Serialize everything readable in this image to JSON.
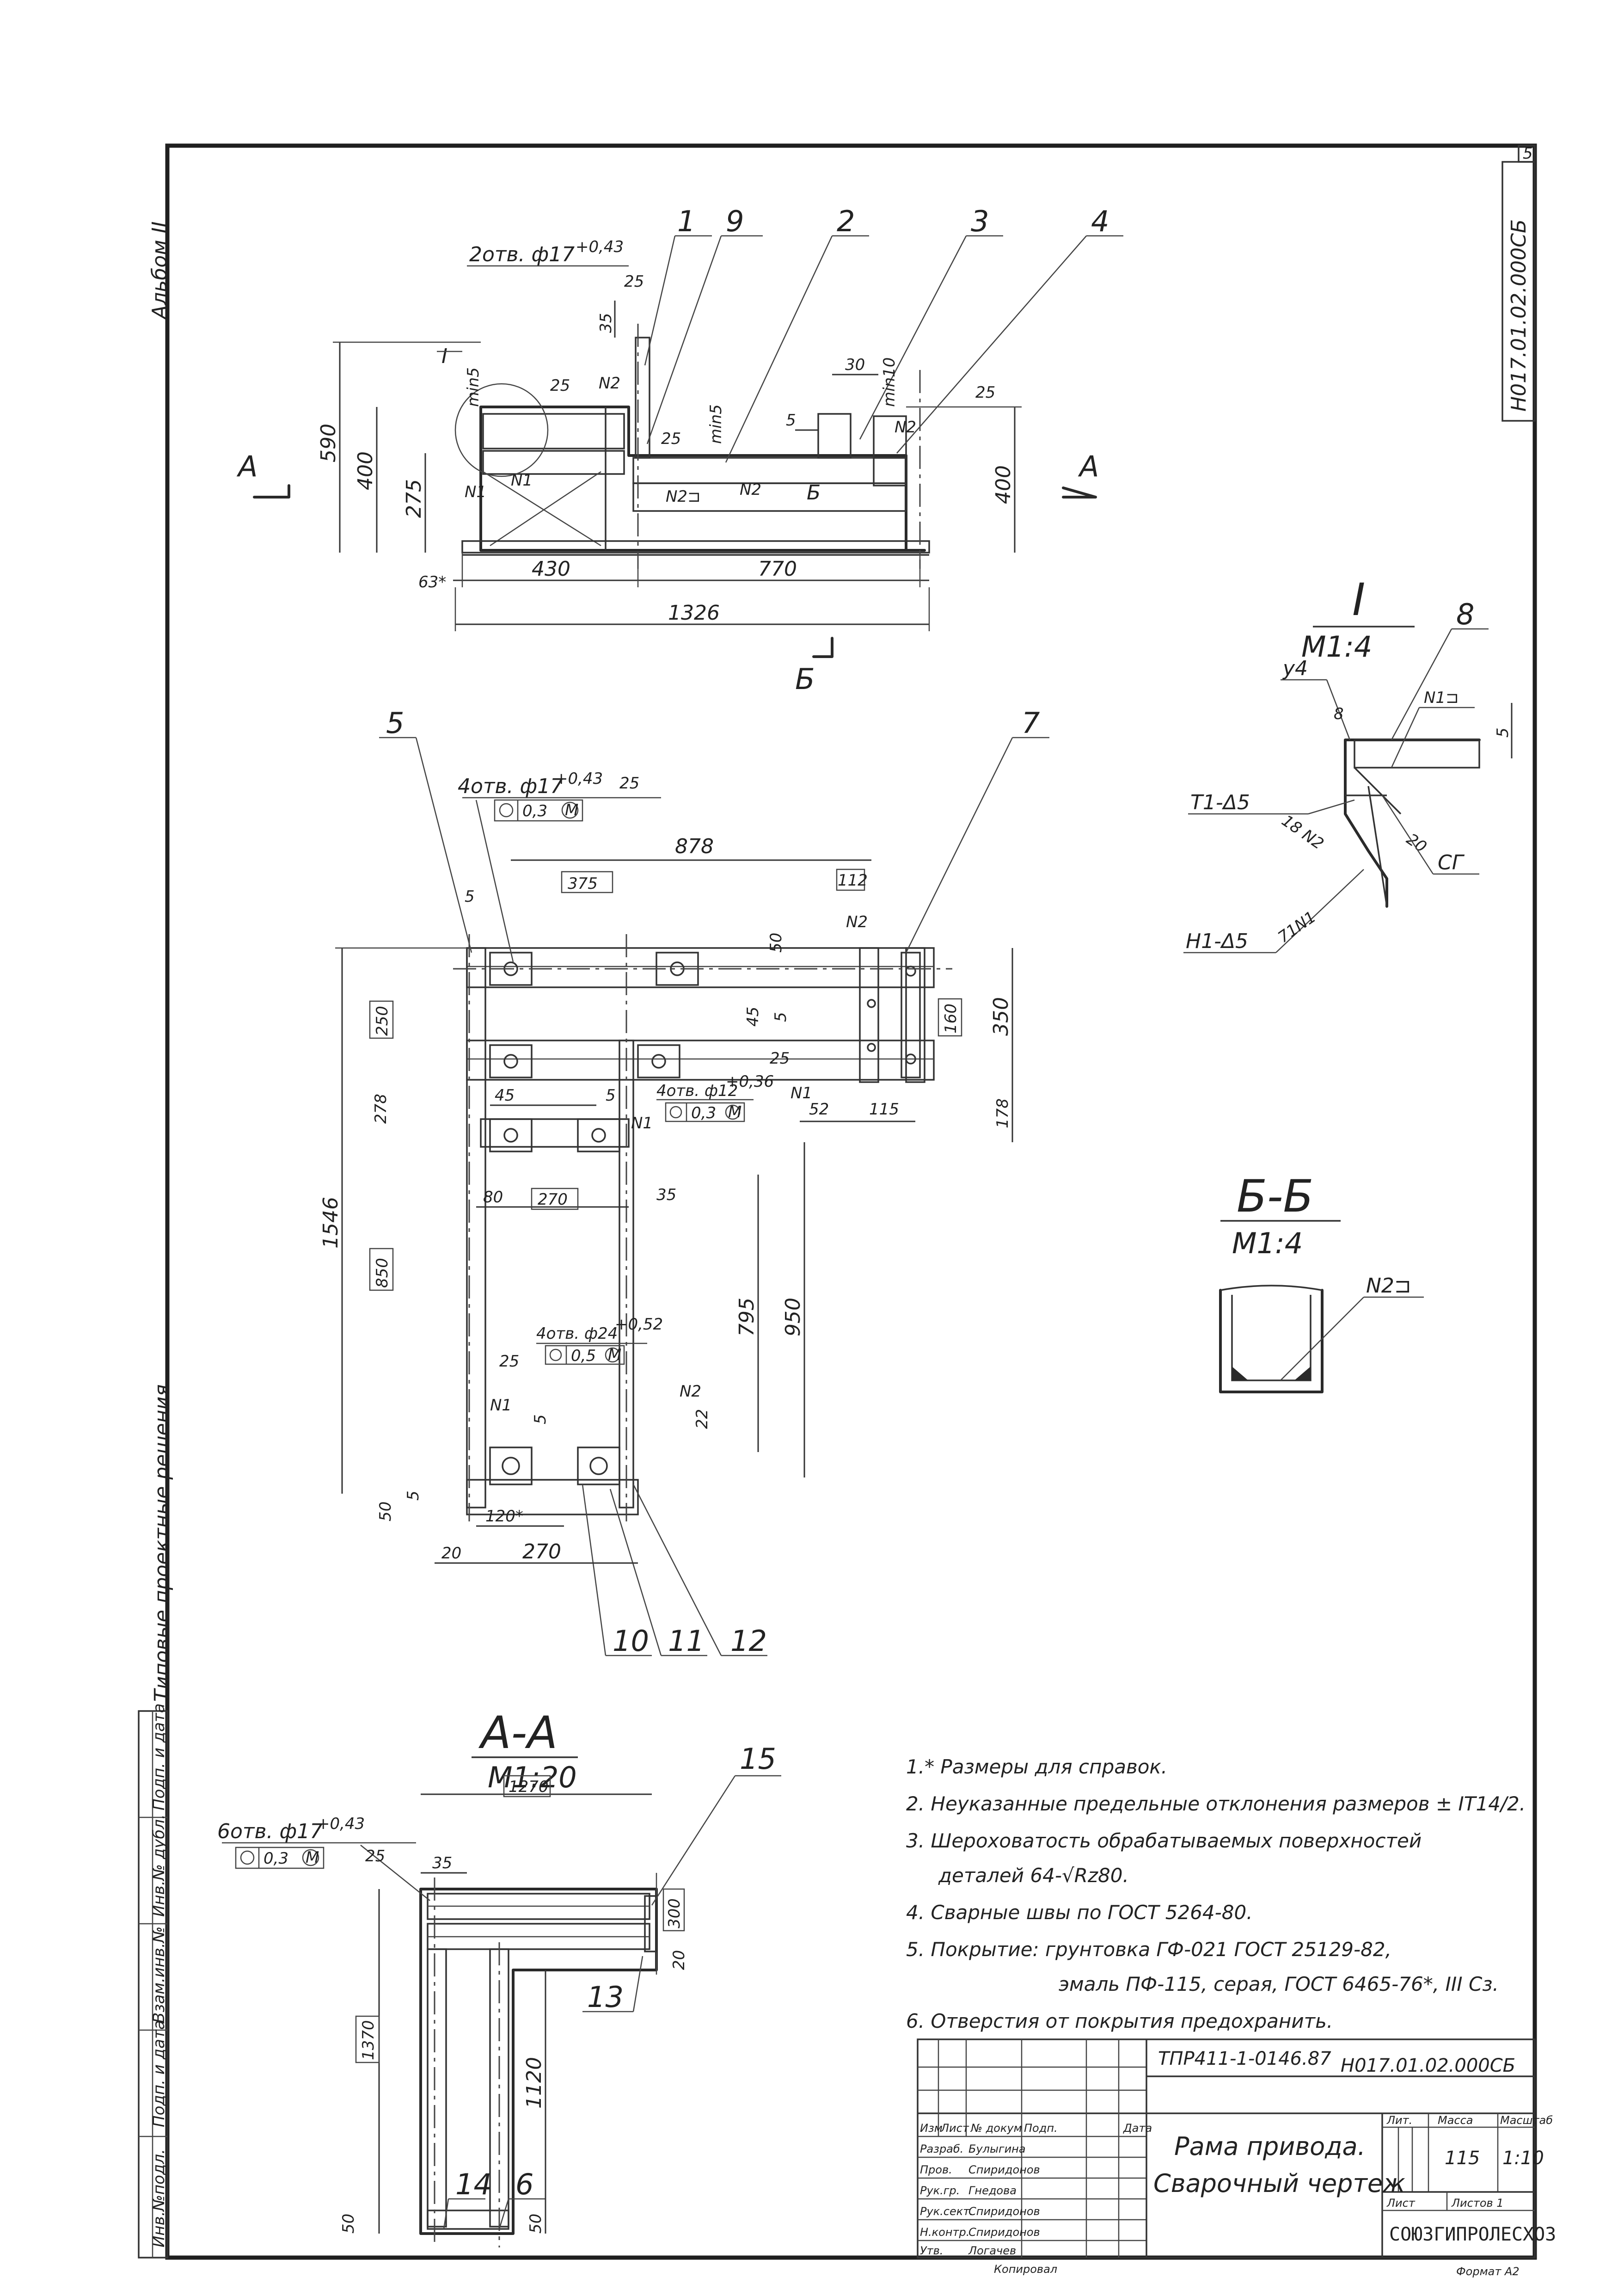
{
  "sheet": {
    "page_number": "5",
    "side_code": "Н017.01.02.000СБ",
    "album_label": "Альбом II",
    "left_strip_caption": "Типовые проектные решения",
    "left_strip_cells": [
      "Инв.№подл.",
      "Подп. и дата",
      "Взам.инв.№",
      "Инв.№ дубл.",
      "Подп. и дата"
    ]
  },
  "top_view": {
    "section_marks": {
      "a_left": "А",
      "a_right": "А",
      "b_bottom": "Б",
      "inner_b": "Б"
    },
    "hole_callout": "2отв. ф17",
    "hole_tol": "+0,43",
    "callouts": [
      "1",
      "9",
      "2",
      "3",
      "4"
    ],
    "marks": [
      "I",
      "N2",
      "N1",
      "N2",
      "N2",
      "N1",
      "N2⊐"
    ],
    "weld_marks": [
      "25",
      "25",
      "25",
      "25"
    ],
    "legs": [
      "min5",
      "min5",
      "min10"
    ],
    "dims": {
      "d35": "35",
      "d30": "30",
      "d5": "5",
      "d590": "590",
      "d400_left": "400",
      "d275": "275",
      "d400_right": "400",
      "d63": "63*",
      "d430": "430",
      "d770": "770",
      "d1326": "1326"
    }
  },
  "plan_view": {
    "callouts": {
      "c5": "5",
      "c7": "7",
      "c10": "10",
      "c11": "11",
      "c12": "12"
    },
    "holes_a": "4отв. ф17",
    "holes_a_tol": "+0,43",
    "tol_a": "0,3",
    "mod_a": "М",
    "weld_a": "25",
    "holes_b": "4отв. ф12",
    "holes_b_tol": "+0,36",
    "tol_b": "0,3",
    "mod_b": "М",
    "holes_c": "4отв. ф24",
    "holes_c_tol": "+0,52",
    "tol_c": "0,5",
    "mod_c": "М",
    "marks": [
      "N2",
      "N1",
      "N1",
      "N1",
      "N2"
    ],
    "dims": {
      "d878": "878",
      "d375": "375",
      "d112": "112",
      "d5a": "5",
      "d50a": "50",
      "d45a": "45",
      "d5b": "5",
      "d160": "160",
      "d350": "350",
      "d178": "178",
      "d25": "25",
      "d52": "52",
      "d115": "115",
      "d250": "250",
      "d278": "278",
      "d45b": "45",
      "d5c": "5",
      "d35": "35",
      "d80": "80",
      "d270a": "270",
      "d1546": "1546",
      "d850": "850",
      "d795": "795",
      "d950": "950",
      "d25b": "25",
      "d5d": "5",
      "d22": "22",
      "d50b": "50",
      "d5e": "5",
      "d120": "120*",
      "d20": "20",
      "d270b": "270"
    }
  },
  "detail_I": {
    "title": "I",
    "scale": "М1:4",
    "callout": "8",
    "angle": "у4",
    "cut8": "8",
    "mark": "N1⊐",
    "dim5": "5",
    "weld1": "Т1-Δ5",
    "weld1_mark": "18 N2",
    "weld2": "Н1-Δ5",
    "weld2_mark": "71N1",
    "n20": "20",
    "cg": "СГ"
  },
  "detail_BB": {
    "title": "Б-Б",
    "scale": "М1:4",
    "mark": "N2⊐"
  },
  "section_AA": {
    "title": "А-А",
    "scale": "М1:20",
    "holes": "6отв. ф17",
    "holes_tol": "+0,43",
    "tol": "0,3",
    "mod": "М",
    "weld": "25",
    "callouts": [
      "15",
      "13",
      "14",
      "6"
    ],
    "dims": {
      "d1270": "1270",
      "d35": "35",
      "d300": "300",
      "d20": "20",
      "d1370": "1370",
      "d1120": "1120",
      "d50a": "50",
      "d50b": "50"
    }
  },
  "notes": [
    "1.* Размеры для справок.",
    "2. Неуказанные предельные отклонения размеров ± IT14/2.",
    "3. Шероховатость обрабатываемых поверхностей",
    "деталей 64-√Rz80.",
    "4. Сварные швы по ГОСТ 5264-80.",
    "5. Покрытие: грунтовка ГФ-021 ГОСТ 25129-82,",
    "эмаль ПФ-115, серая, ГОСТ 6465-76*, III Сз.",
    "6. Отверстия от покрытия предохранить."
  ],
  "title_block": {
    "project_code": "ТПР411-1-0146.87",
    "doc_code": "Н017.01.02.000СБ",
    "name_line1": "Рама привода.",
    "name_line2": "Сварочный чертеж",
    "col_heads": [
      "Изм",
      "Лист",
      "№ докум",
      "Подп.",
      "Дата"
    ],
    "roles": [
      "Разраб.",
      "Пров.",
      "Рук.гр.",
      "Рук.сект.",
      "Н.контр.",
      "Утв."
    ],
    "names": [
      "Булыгина",
      "Спиридонов",
      "Гнедова",
      "Спиридонов",
      "Спиридонов",
      "Логачев"
    ],
    "lit_head": "Лит.",
    "mass_head": "Масса",
    "scale_head": "Масштаб",
    "mass": "115",
    "scale": "1:10",
    "sheet_label": "Лист",
    "sheets_label": "Листов 1",
    "org": "СОЮЗГИПРОЛЕСХОЗ",
    "copied": "Копировал",
    "format": "Формат А2"
  }
}
